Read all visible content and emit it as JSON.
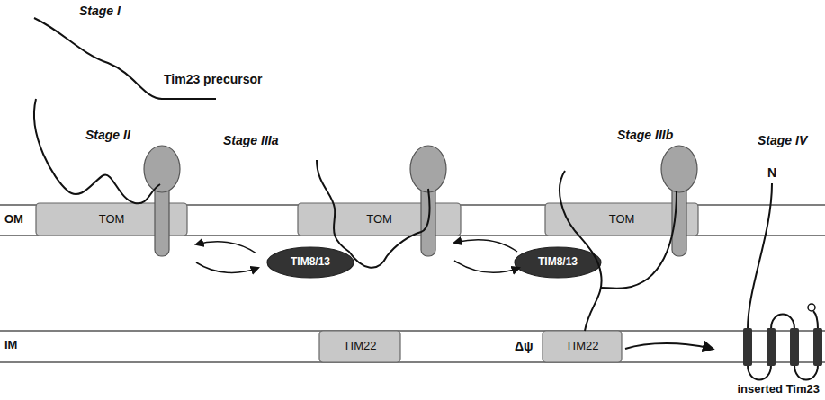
{
  "diagram": {
    "nodes": [
      {
        "text": [
          "TOM"
        ]
      },
      {
        "text": [
          "TOM"
        ]
      },
      {
        "text": [
          "TOM"
        ]
      },
      {
        "text": [
          "TIM8/13"
        ]
      },
      {
        "text": [
          "TIM8/13"
        ]
      },
      {
        "text": [
          "TIM22"
        ]
      },
      {
        "text": [
          "TIM22"
        ]
      }
    ],
    "labels": [
      "Stage I",
      "Tim23 precursor",
      "Stage II",
      "Stage IIIa",
      "Stage IIIb",
      "Stage IV",
      "N",
      "OM",
      "IM",
      "Δψ",
      "inserted Tim23"
    ]
  }
}
